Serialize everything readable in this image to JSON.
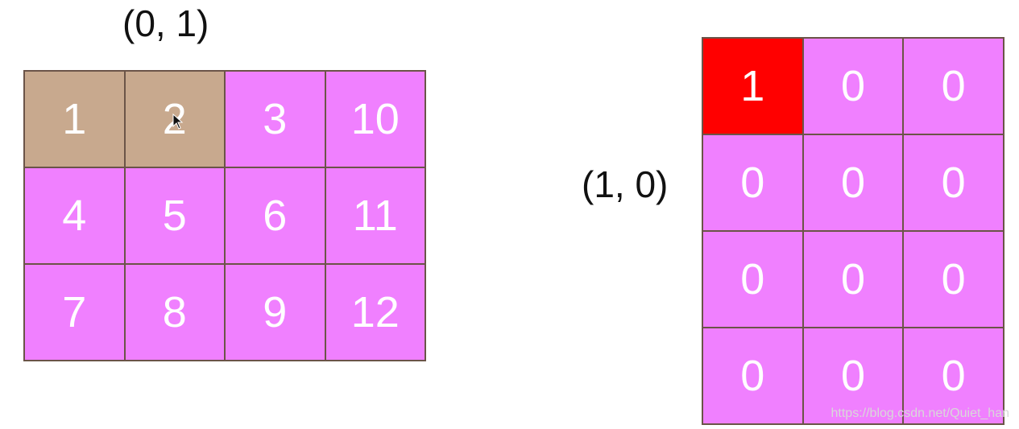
{
  "left": {
    "label": "(0, 1)",
    "rows": [
      [
        "1",
        "2",
        "3",
        "10"
      ],
      [
        "4",
        "5",
        "6",
        "11"
      ],
      [
        "7",
        "8",
        "9",
        "12"
      ]
    ],
    "highlight_cells": [
      [
        0,
        0
      ],
      [
        0,
        1
      ]
    ],
    "highlight_color": "#c8a98e",
    "cell_color": "#f080ff"
  },
  "right": {
    "label": "(1, 0)",
    "rows": [
      [
        "1",
        "0",
        "0"
      ],
      [
        "0",
        "0",
        "0"
      ],
      [
        "0",
        "0",
        "0"
      ],
      [
        "0",
        "0",
        "0"
      ]
    ],
    "highlight_cells": [
      [
        0,
        0
      ]
    ],
    "highlight_color": "#ff0000",
    "cell_color": "#f080ff"
  },
  "cursor_icon": "pointer-arrow-icon",
  "watermark": "https://blog.csdn.net/Quiet_han"
}
